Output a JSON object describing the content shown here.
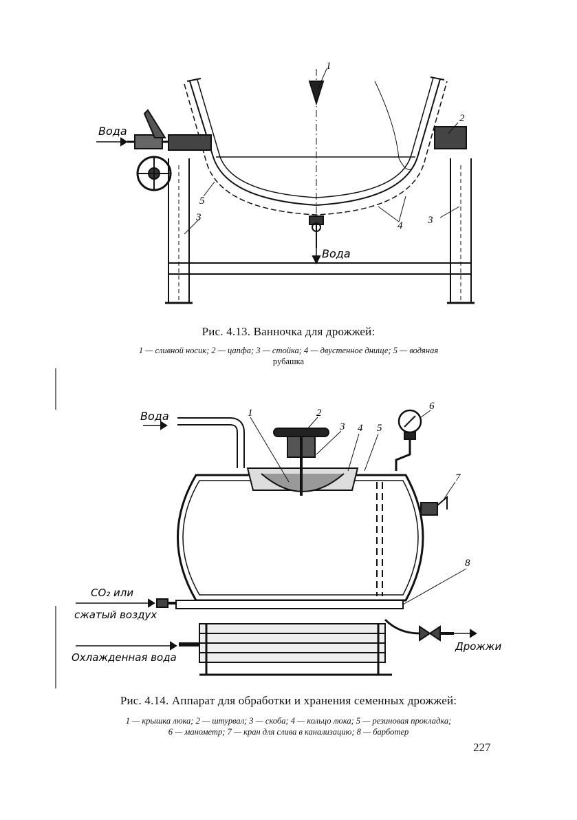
{
  "page_number": "227",
  "fig1": {
    "title": "Рис. 4.13. Ванночка для дрожжей:",
    "legend_line1": "1 — сливной носик; 2 — цапфа; 3 — стойка; 4 — двустенное днище; 5 — водяная",
    "legend_line2": "рубашка",
    "labels": {
      "water_in": "Вода",
      "water_out": "Вода",
      "n1": "1",
      "n2": "2",
      "n3a": "3",
      "n3b": "3",
      "n4": "4",
      "n5": "5"
    }
  },
  "fig2": {
    "title": "Рис. 4.14. Аппарат для обработки и хранения семенных дрожжей:",
    "legend_line1": "1 — крышка люка; 2 — штурвал; 3 — скоба; 4 — кольцо люка; 5 — резиновая прокладка;",
    "legend_line2": "6 — манометр; 7 — кран для слива в канализацию; 8 — барботер",
    "labels": {
      "water": "Вода",
      "co2": "CO₂ или",
      "air": "сжатый воздух",
      "cooling": "Охлажденная вода",
      "yeast": "Дрожжи",
      "n1": "1",
      "n2": "2",
      "n3": "3",
      "n4": "4",
      "n5": "5",
      "n6": "6",
      "n7": "7",
      "n8": "8"
    }
  }
}
